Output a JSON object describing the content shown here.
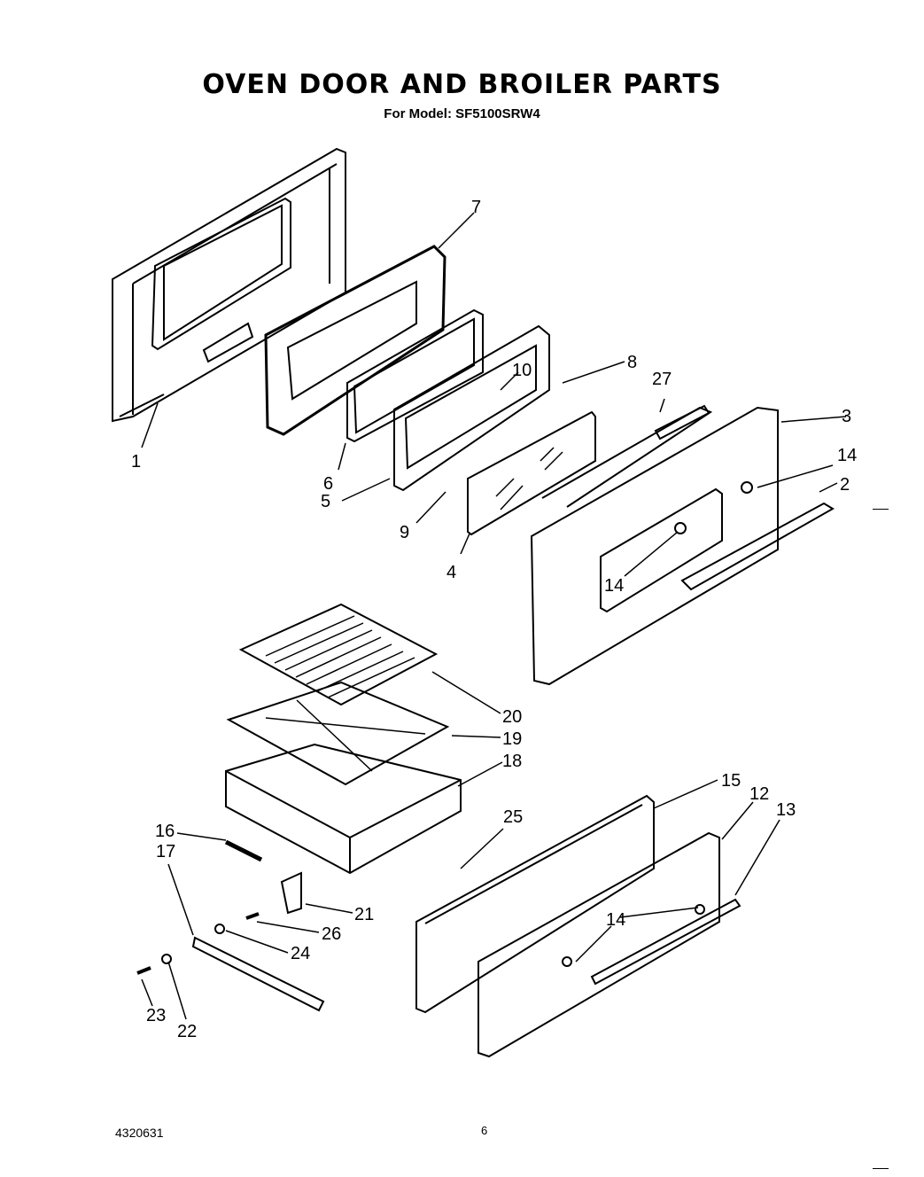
{
  "header": {
    "title": "OVEN DOOR AND BROILER PARTS",
    "subtitle": "For Model: SF5100SRW4"
  },
  "footer": {
    "document_number": "4320631",
    "page_number": "6"
  },
  "callouts": [
    {
      "id": "c1",
      "label": "1"
    },
    {
      "id": "c2",
      "label": "2"
    },
    {
      "id": "c3",
      "label": "3"
    },
    {
      "id": "c4",
      "label": "4"
    },
    {
      "id": "c5",
      "label": "5"
    },
    {
      "id": "c6",
      "label": "6"
    },
    {
      "id": "c7",
      "label": "7"
    },
    {
      "id": "c8",
      "label": "8"
    },
    {
      "id": "c9",
      "label": "9"
    },
    {
      "id": "c10",
      "label": "10"
    },
    {
      "id": "c12",
      "label": "12"
    },
    {
      "id": "c13",
      "label": "13"
    },
    {
      "id": "c14a",
      "label": "14"
    },
    {
      "id": "c14b",
      "label": "14"
    },
    {
      "id": "c14c",
      "label": "14"
    },
    {
      "id": "c14d",
      "label": "14"
    },
    {
      "id": "c15",
      "label": "15"
    },
    {
      "id": "c16",
      "label": "16"
    },
    {
      "id": "c17",
      "label": "17"
    },
    {
      "id": "c18",
      "label": "18"
    },
    {
      "id": "c19",
      "label": "19"
    },
    {
      "id": "c20",
      "label": "20"
    },
    {
      "id": "c21",
      "label": "21"
    },
    {
      "id": "c22",
      "label": "22"
    },
    {
      "id": "c23",
      "label": "23"
    },
    {
      "id": "c24",
      "label": "24"
    },
    {
      "id": "c25",
      "label": "25"
    },
    {
      "id": "c26",
      "label": "26"
    },
    {
      "id": "c27",
      "label": "27"
    }
  ]
}
